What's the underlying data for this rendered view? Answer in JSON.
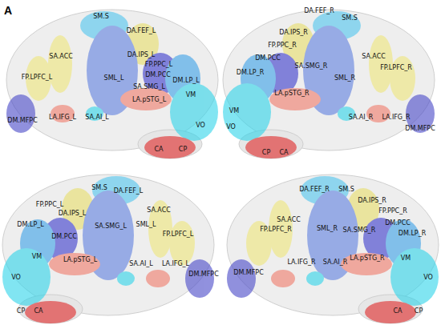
{
  "diagram": {
    "labels": [
      "A",
      "SM.S",
      "DA.FEF_L",
      "DA.IPS_L",
      "FP.PPC_L",
      "DM.PCC",
      "SA.ACC",
      "FP.LPFC_L",
      "SML_L",
      "SA.SMG_L",
      "DM.LP_L",
      "LA.pSTG_L",
      "VM",
      "DM.MFPC",
      "LA.IFG_L",
      "SA.AI_L",
      "VO",
      "CA",
      "CP",
      "DA.FEF_R",
      "SM.S",
      "DA.IPS_R",
      "FP.PPC_R",
      "DM.PCC",
      "SA.SMG_R",
      "DM.LP_R",
      "SML_R",
      "SA.ACC",
      "FP.LPFC_R",
      "LA.pSTG_R",
      "VM",
      "VO",
      "SA.AI_R",
      "LA.IFG_R",
      "DM.MFPC",
      "CP",
      "CA",
      "SM.S",
      "DA.FEF_L",
      "FP.PPC_L",
      "DA.IPS_L",
      "DM.LP_L",
      "DM.PCC",
      "SA.SMG_L",
      "SA.ACC",
      "SML_L",
      "FP.LPFC_L",
      "VM",
      "LA.pSTG_L",
      "VO",
      "SA.AI_L",
      "LA.IFG_L",
      "DM.MFPC",
      "CP",
      "CA",
      "DA.FEF_R",
      "SM.S",
      "DA.IPS_R",
      "FP.PPC_R",
      "DM.PCC",
      "DM.LP_R",
      "SA.ACC",
      "FP.LPFC_R",
      "SML_R",
      "SA.SMG_R",
      "VM",
      "LA.pSTG_R",
      "LA.IFG_R",
      "SA.AI_R",
      "DM.MFPC",
      "VO",
      "CA",
      "CP"
    ]
  }
}
